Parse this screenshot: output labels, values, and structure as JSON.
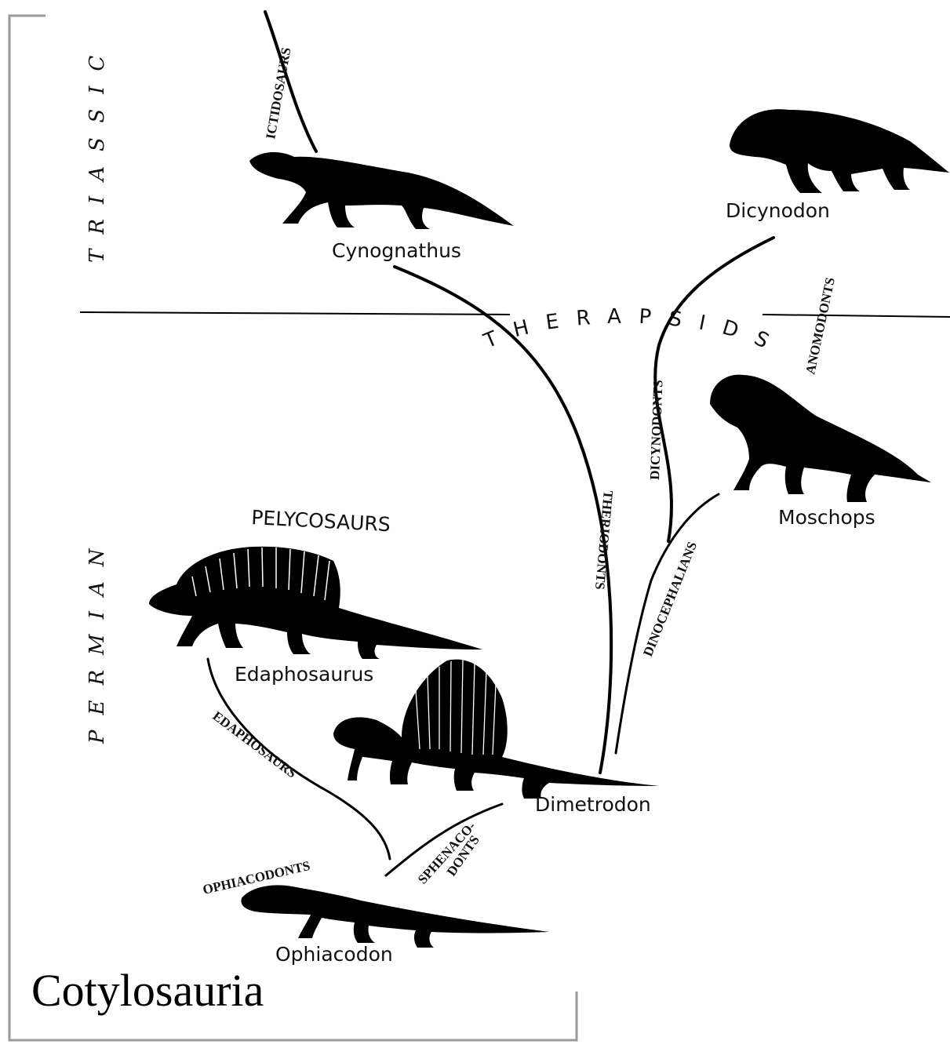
{
  "periods": {
    "upper": "TRIASSIC",
    "lower": "PERMIAN"
  },
  "group_title": "PELYCOSAURS",
  "therapsids_label": "THERAPSIDS",
  "animals": {
    "cynognathus": "Cynognathus",
    "dicynodon": "Dicynodon",
    "moschops": "Moschops",
    "edaphosaurus": "Edaphosaurus",
    "dimetrodon": "Dimetrodon",
    "ophiacodon": "Ophiacodon"
  },
  "clades": {
    "ictidosaurs": "ICTIDOSAURS",
    "anomodonts": "ANOMODONTS",
    "dicynodonts": "DICYNODONTS",
    "theriodonts": "THERIODONTS",
    "dinocephalians": "DINOCEPHALIANS",
    "edaphosaurs": "EDAPHOSAURS",
    "sphenacodonts_line1": "SPHENACO-",
    "sphenacodonts_line2": "DONTS",
    "ophiacodonts": "OPHIACODONTS"
  },
  "caption": "Cotylosauria",
  "colors": {
    "ink": "#000000",
    "frame": "#9a9a9a",
    "background": "#ffffff"
  }
}
